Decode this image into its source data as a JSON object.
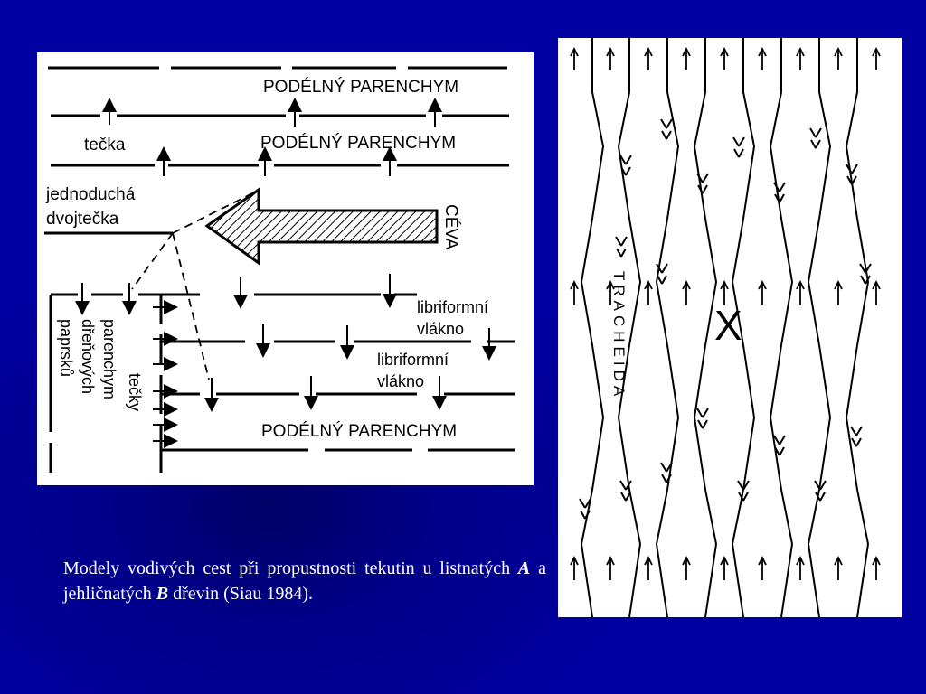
{
  "panel_a": {
    "labels": {
      "parenchym_top": "PODÉLNÝ PARENCHYM",
      "parenchym_mid": "PODÉLNÝ PARENCHYM",
      "parenchym_bottom": "PODÉLNÝ PARENCHYM",
      "tecka": "tečka",
      "jednoducha": "jednoduchá",
      "dvojtecka": "dvojtečka",
      "ceva": "CÉVA",
      "libriform1_line1": "libriformní",
      "libriform1_line2": "vlákno",
      "libriform2_line1": "libriformní",
      "libriform2_line2": "vlákno",
      "dren_line1": "parenchym",
      "dren_line2": "dřeňových",
      "dren_line3": "paprsků",
      "tecky": "tečky"
    }
  },
  "panel_b": {
    "tracheida": "TRACHEIDA",
    "cross": "X"
  },
  "caption": {
    "part1": "Modely vodivých cest při propustnosti tekutin u listnatých ",
    "letter_a": "A",
    "part2": " a jehličnatých ",
    "letter_b": "B",
    "part3": " dřevin (Siau 1984)."
  }
}
